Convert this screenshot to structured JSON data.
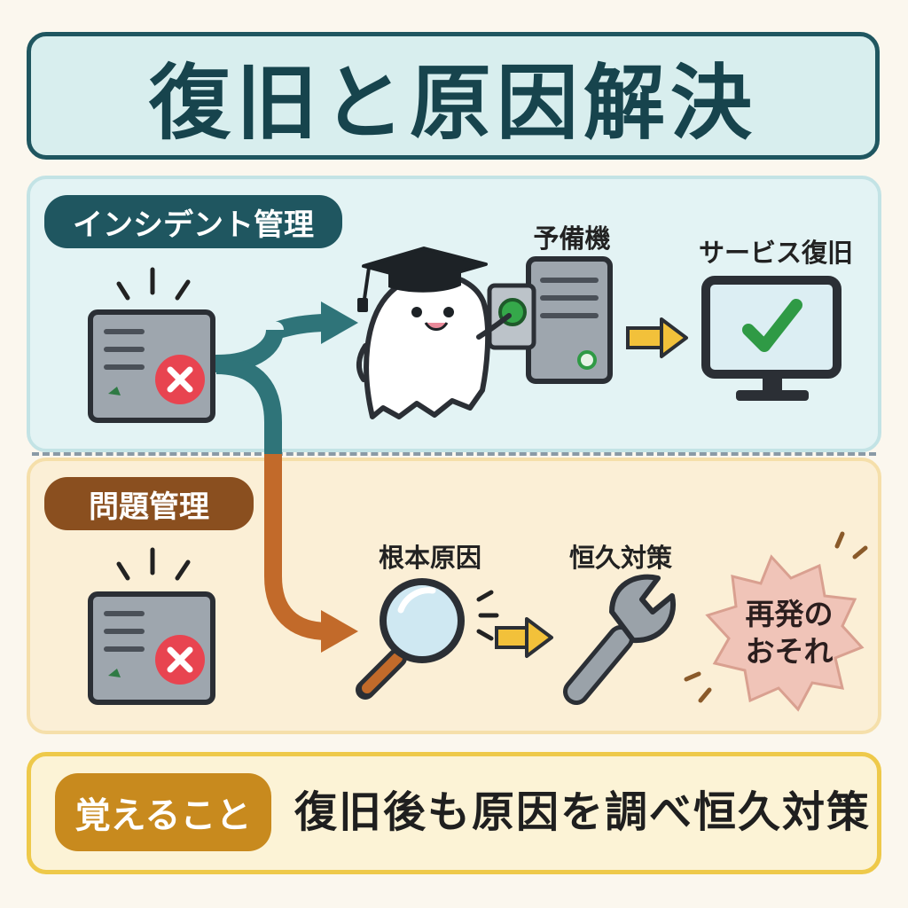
{
  "title": "復旧と原因解決",
  "incident": {
    "tag": "インシデント管理",
    "backup_label": "予備機",
    "restore_label": "サービス復旧"
  },
  "problem": {
    "tag": "問題管理",
    "root_cause_label": "根本原因",
    "permanent_fix_label": "恒久対策",
    "risk_line1": "再発の",
    "risk_line2": "おそれ"
  },
  "remember": {
    "tag": "覚えること",
    "text": "復旧後も原因を調べ恒久対策"
  },
  "icons": {
    "failed_server": "server-error-icon",
    "mascot": "ghost-graduate-icon",
    "backup_server": "backup-server-icon",
    "restored_monitor": "monitor-check-icon",
    "magnifier": "magnifying-glass-icon",
    "wrench": "wrench-icon",
    "burst": "warning-burst-icon"
  },
  "colors": {
    "incident": "#1f5660",
    "problem": "#8a4f1f",
    "remember": "#c88a1e",
    "error": "#e84450",
    "ok": "#2f9a45",
    "arrow_yellow": "#f2c13a"
  }
}
